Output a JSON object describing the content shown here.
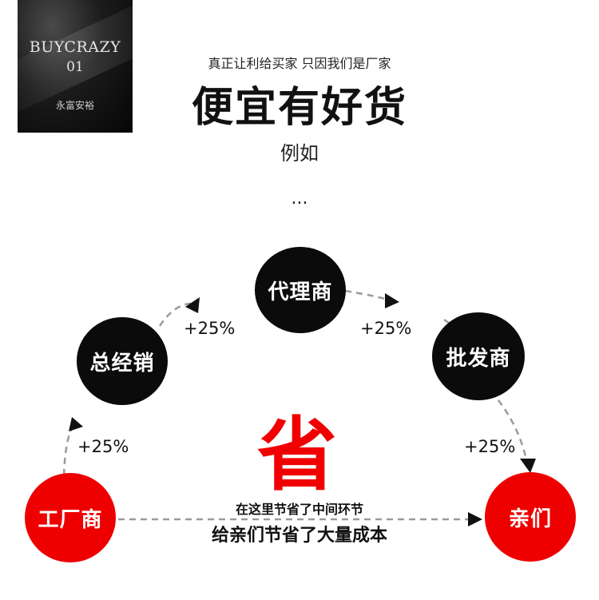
{
  "logo": {
    "brand": "BUYCRAZY",
    "number": "01",
    "subtitle": "永富安裕"
  },
  "header": {
    "tagline": "真正让利给买家  只因我们是厂家",
    "headline": "便宜有好货",
    "example": "例如",
    "ellipsis": "..."
  },
  "nodes": {
    "factory": "工厂商",
    "distributor": "总经销",
    "agent": "代理商",
    "wholesaler": "批发商",
    "customer": "亲们"
  },
  "markups": {
    "factory_to_distributor": "+25%",
    "distributor_to_agent": "+25%",
    "agent_to_wholesaler": "+25%",
    "wholesaler_to_customer": "+25%"
  },
  "savings": {
    "big": "省",
    "line1": "在这里节省了中间环节",
    "line2": "给亲们节省了大量成本"
  },
  "colors": {
    "accent_red": "#ee0000",
    "node_black": "#0b0b0b"
  }
}
